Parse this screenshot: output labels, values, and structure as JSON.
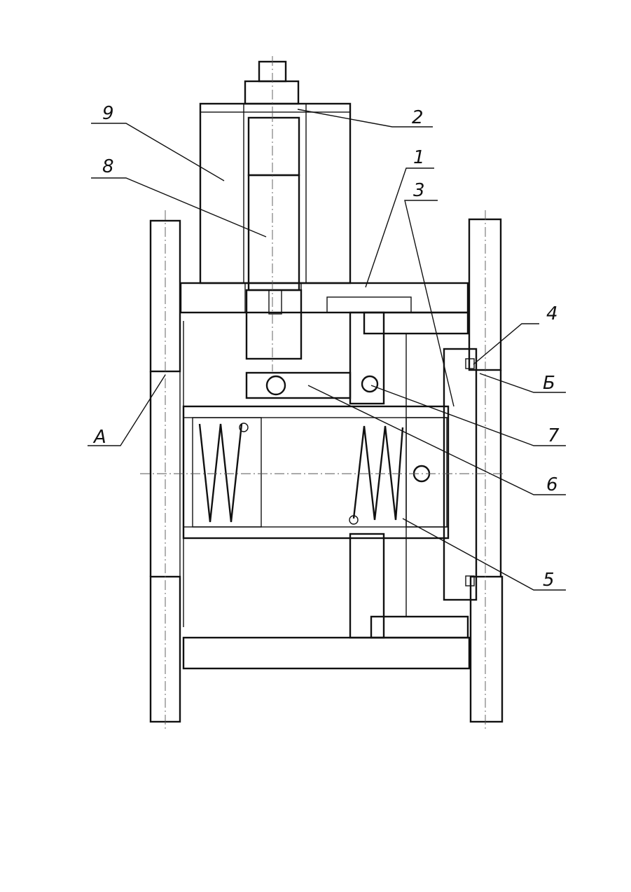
{
  "labels": {
    "part_1": "1",
    "part_2": "2",
    "part_3": "3",
    "part_4": "4",
    "part_5": "5",
    "part_6": "6",
    "part_7": "7",
    "part_8": "8",
    "part_9": "9",
    "zone_a": "A",
    "zone_b": "Б"
  }
}
